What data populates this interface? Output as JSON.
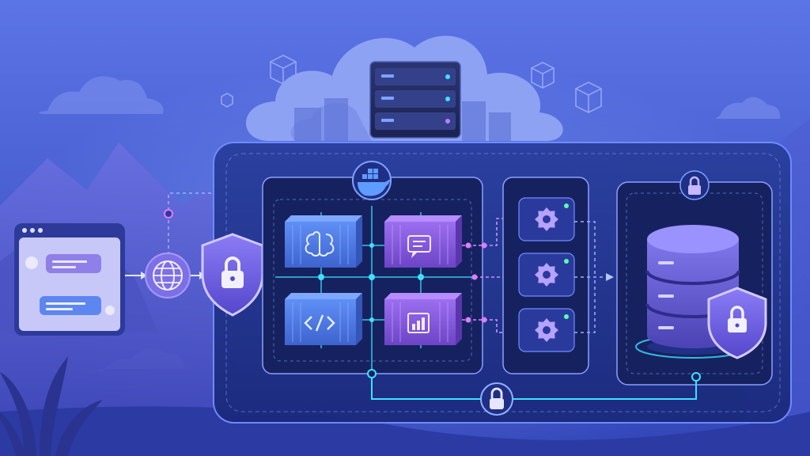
{
  "colors": {
    "sky_top": "#5b74e6",
    "sky_bottom": "#3346b8",
    "panel": "#1f2f86",
    "panel_deep": "#17246e",
    "accent_cyan": "#3fe0ff",
    "accent_violet": "#a27bff",
    "container_blue": "#4e7be8",
    "container_violet": "#8a5be0",
    "chat_window": "#c8c8f8",
    "shield": "#6c5ce0",
    "database": "#6d63d8"
  },
  "icons": {
    "browser": "chat-window-icon",
    "globe": "globe-icon",
    "gateway": "shield-lock-icon",
    "orchestrator": "docker-whale-icon",
    "container_ai": "brain-icon",
    "container_chat": "message-icon",
    "container_code": "code-icon",
    "container_analytics": "bar-chart-icon",
    "services": "gear-icon",
    "storage": "database-icon",
    "storage_guard": "shield-lock-icon",
    "lock": "padlock-icon"
  },
  "chat": {
    "window_dots": 3,
    "message_count": 2
  },
  "services": {
    "count": 3
  }
}
